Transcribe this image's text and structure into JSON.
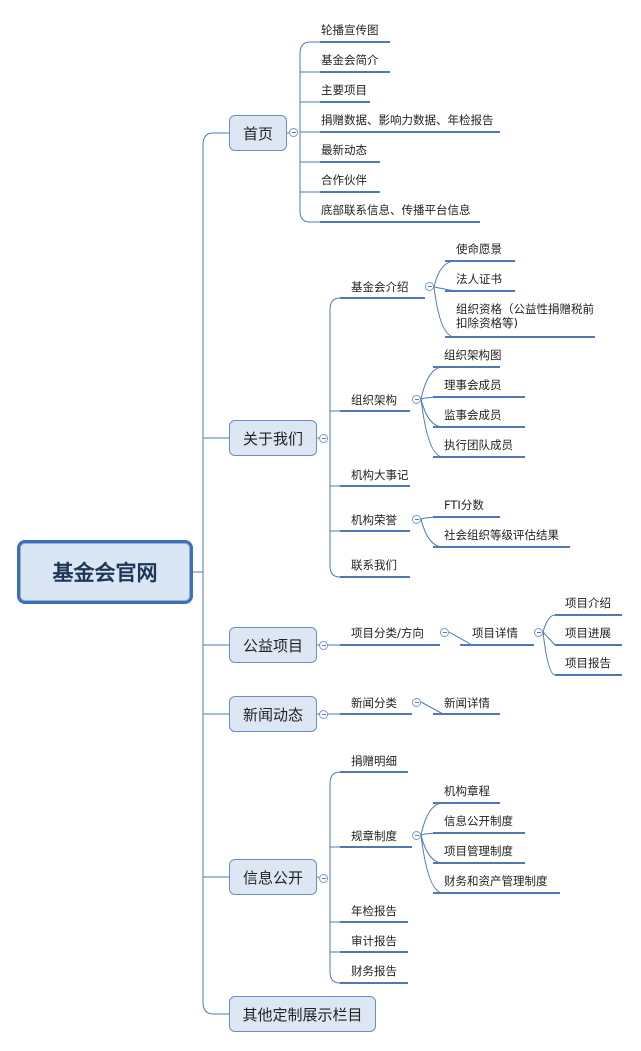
{
  "root": {
    "label": "基金会官网"
  },
  "sections": {
    "home": {
      "label": "首页",
      "items": [
        "轮播宣传图",
        "基金会简介",
        "主要项目",
        "捐赠数据、影响力数据、年检报告",
        "最新动态",
        "合作伙伴",
        "底部联系信息、传播平台信息"
      ]
    },
    "about": {
      "label": "关于我们",
      "intro": {
        "label": "基金会介绍",
        "items": [
          "使命愿景",
          "法人证书",
          "组织资格（公益性捐赠税前扣除资格等)"
        ]
      },
      "org": {
        "label": "组织架构",
        "items": [
          "组织架构图",
          "理事会成员",
          "监事会成员",
          "执行团队成员"
        ]
      },
      "events": {
        "label": "机构大事记"
      },
      "honor": {
        "label": "机构荣誉",
        "items": [
          "FTI分数",
          "社会组织等级评估结果"
        ]
      },
      "contact": {
        "label": "联系我们"
      }
    },
    "projects": {
      "label": "公益项目",
      "category": "项目分类/方向",
      "detail": "项目详情",
      "items": [
        "项目介绍",
        "项目进展",
        "项目报告"
      ]
    },
    "news": {
      "label": "新闻动态",
      "category": "新闻分类",
      "detail": "新闻详情"
    },
    "disclosure": {
      "label": "信息公开",
      "donation": "捐赠明细",
      "rules": {
        "label": "规章制度",
        "items": [
          "机构章程",
          "信息公开制度",
          "项目管理制度",
          "财务和资产管理制度"
        ]
      },
      "annual": "年检报告",
      "audit": "审计报告",
      "finance": "财务报告"
    },
    "custom": {
      "label": "其他定制展示栏目"
    }
  }
}
